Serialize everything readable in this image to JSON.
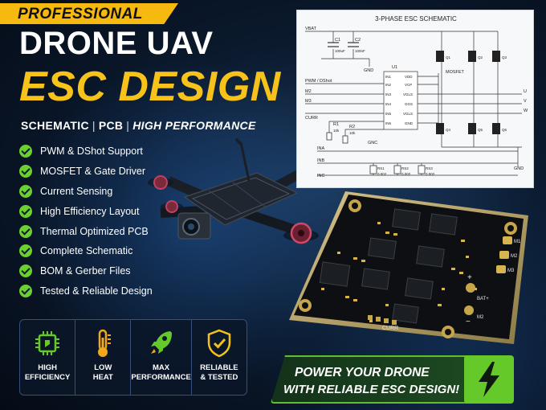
{
  "header": {
    "banner": "PROFESSIONAL",
    "title_line1": "DRONE UAV",
    "title_line2": "ESC DESIGN",
    "subtitle_part1": "SCHEMATIC",
    "subtitle_part2": "PCB",
    "subtitle_part3": "HIGH PERFORMANCE",
    "separator": "|"
  },
  "features": [
    "PWM & DShot Support",
    "MOSFET & Gate Driver",
    "Current Sensing",
    "High Efficiency Layout",
    "Thermal Optimized PCB",
    "Complete Schematic",
    "BOM & Gerber Files",
    "Tested & Reliable Design"
  ],
  "badges": [
    {
      "icon": "chip-icon",
      "line1": "HIGH",
      "line2": "EFFICIENCY"
    },
    {
      "icon": "thermometer-icon",
      "line1": "LOW",
      "line2": "HEAT"
    },
    {
      "icon": "rocket-icon",
      "line1": "MAX",
      "line2": "PERFORMANCE"
    },
    {
      "icon": "shield-check-icon",
      "line1": "RELIABLE",
      "line2": "& TESTED"
    }
  ],
  "schematic": {
    "title": "3-PHASE ESC SCHEMATIC",
    "vbat": "VBAT",
    "c1": "C1",
    "c1_val": "100uF",
    "c2": "C2",
    "c2_val": "100nF",
    "gnd": "GND",
    "u1": "U1",
    "pwm": "PWM / DShot",
    "m2": "M2",
    "m3": "M3",
    "curr": "CURR",
    "r1": "R1",
    "r1_val": "10k",
    "r2": "R2",
    "r2_val": "10k",
    "gnc": "GNC",
    "ina": "INA",
    "inb": "INB",
    "inc": "INC",
    "rs1": "RS1",
    "rs2": "RS2",
    "rs3": "RS3",
    "rs_val": "0.002",
    "mosfet": "MOSFET",
    "gnd2": "GND",
    "u": "U",
    "v": "V",
    "w": "W",
    "pins_left": [
      "IN1",
      "IN2",
      "IN3",
      "IN4",
      "IN5",
      "IN6"
    ],
    "pins_right": [
      "VDD",
      "VCP",
      "VGLS",
      "GGS",
      "VGLS",
      "GND"
    ],
    "q_labels": [
      "Q1",
      "Q2",
      "Q3",
      "Q4",
      "Q5",
      "Q6"
    ]
  },
  "pcb": {
    "curr": "CURR",
    "m1": "M1",
    "m2": "M2",
    "m3": "M3",
    "bat": "BAT+",
    "neg": "M2",
    "plus": "+",
    "minus": "−"
  },
  "cta": {
    "line1": "POWER YOUR DRONE",
    "line2": "WITH RELIABLE ESC DESIGN!"
  },
  "colors": {
    "accent_yellow": "#f7c21a",
    "accent_green": "#65c92a",
    "background": "#0b1a2e"
  }
}
